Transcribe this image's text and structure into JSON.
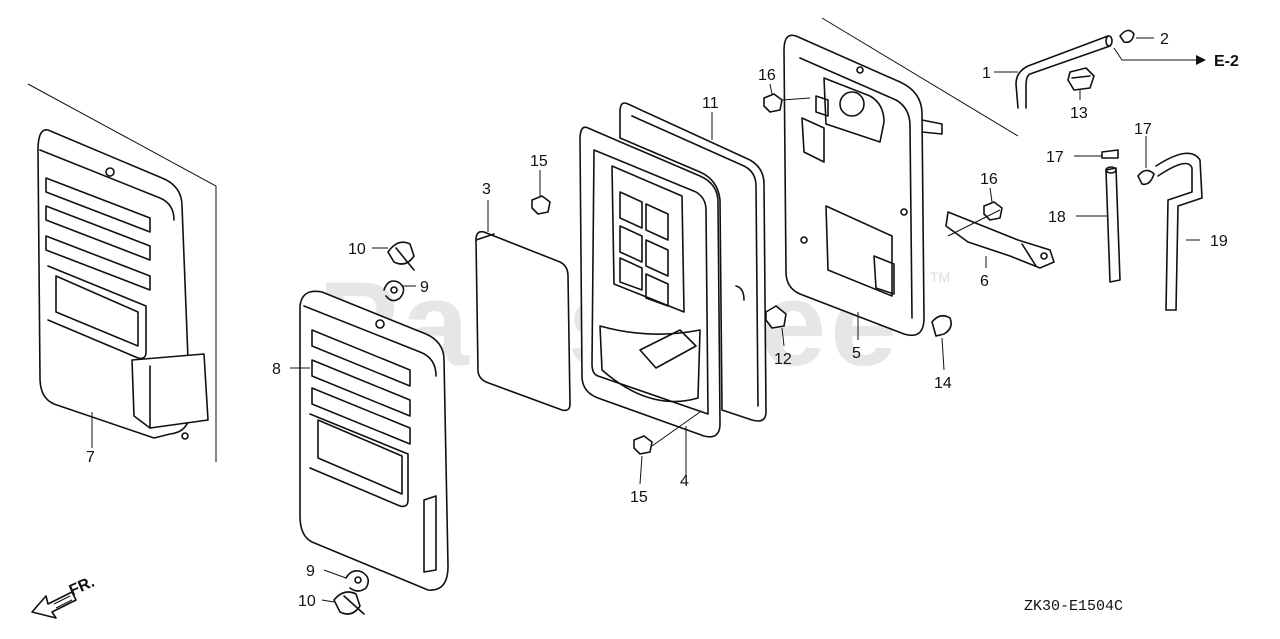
{
  "diagram": {
    "watermark": "PartsTree",
    "watermark_tm": "TM",
    "diagram_code": "ZK30-E1504C",
    "direction_label": "FR.",
    "reference_label": "E-2",
    "callouts": [
      {
        "id": "c1",
        "label": "1"
      },
      {
        "id": "c2",
        "label": "2"
      },
      {
        "id": "c3",
        "label": "3"
      },
      {
        "id": "c4",
        "label": "4"
      },
      {
        "id": "c5",
        "label": "5"
      },
      {
        "id": "c6",
        "label": "6"
      },
      {
        "id": "c7",
        "label": "7"
      },
      {
        "id": "c8",
        "label": "8"
      },
      {
        "id": "c9a",
        "label": "9"
      },
      {
        "id": "c9b",
        "label": "9"
      },
      {
        "id": "c10a",
        "label": "10"
      },
      {
        "id": "c10b",
        "label": "10"
      },
      {
        "id": "c11",
        "label": "11"
      },
      {
        "id": "c12",
        "label": "12"
      },
      {
        "id": "c13",
        "label": "13"
      },
      {
        "id": "c14",
        "label": "14"
      },
      {
        "id": "c15a",
        "label": "15"
      },
      {
        "id": "c15b",
        "label": "15"
      },
      {
        "id": "c16a",
        "label": "16"
      },
      {
        "id": "c16b",
        "label": "16"
      },
      {
        "id": "c17a",
        "label": "17"
      },
      {
        "id": "c17b",
        "label": "17"
      },
      {
        "id": "c18",
        "label": "18"
      },
      {
        "id": "c19",
        "label": "19"
      }
    ]
  }
}
